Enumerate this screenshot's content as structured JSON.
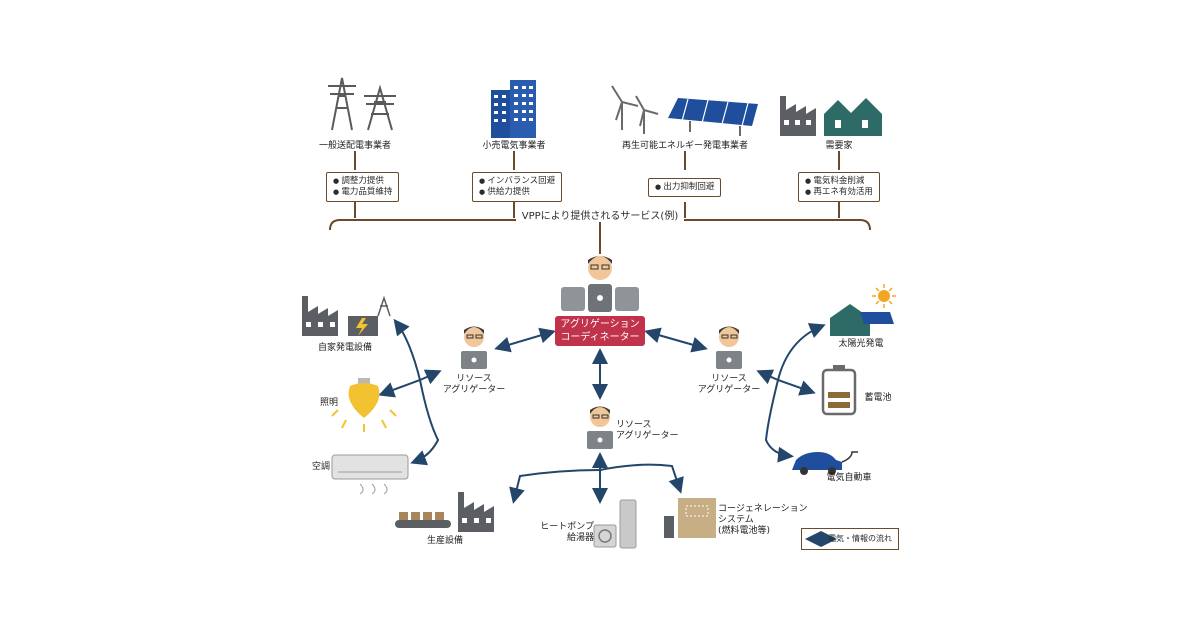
{
  "top_parties": [
    {
      "label": "一般送配電事業者",
      "services": [
        "調整力提供",
        "電力品質維持"
      ]
    },
    {
      "label": "小売電気事業者",
      "services": [
        "インバランス回避",
        "供給力提供"
      ]
    },
    {
      "label": "再生可能エネルギー発電事業者",
      "services": [
        "出力抑制回避"
      ]
    },
    {
      "label": "需要家",
      "services": [
        "電気料金削減",
        "再エネ有効活用"
      ]
    }
  ],
  "vpp_bar_label": "VPPにより提供されるサービス(例)",
  "coordinator_label": [
    "アグリゲーション",
    "コーディネーター"
  ],
  "aggregators": {
    "left": [
      "リソース",
      "アグリゲーター"
    ],
    "center": [
      "リソース",
      "アグリゲーター"
    ],
    "right": [
      "リソース",
      "アグリゲーター"
    ]
  },
  "left_resources": [
    "自家発電設備",
    "照明",
    "空調"
  ],
  "right_resources": [
    "太陽光発電",
    "蓄電池",
    "電気自動車"
  ],
  "bottom_resources": {
    "production": "生産設備",
    "heatpump": [
      "ヒートポンプ",
      "給湯器"
    ],
    "cogen": [
      "コージェネレーション",
      "システム",
      "(燃料電池等)"
    ]
  },
  "legend_label": "電気・情報の流れ",
  "colors": {
    "brown": "#6b4a2b",
    "navy": "#24466b",
    "crimson": "#c0334a",
    "blue": "#1f4e9c",
    "teal": "#2e6b66",
    "gray": "#5b5f63",
    "yellow": "#f2c230"
  }
}
